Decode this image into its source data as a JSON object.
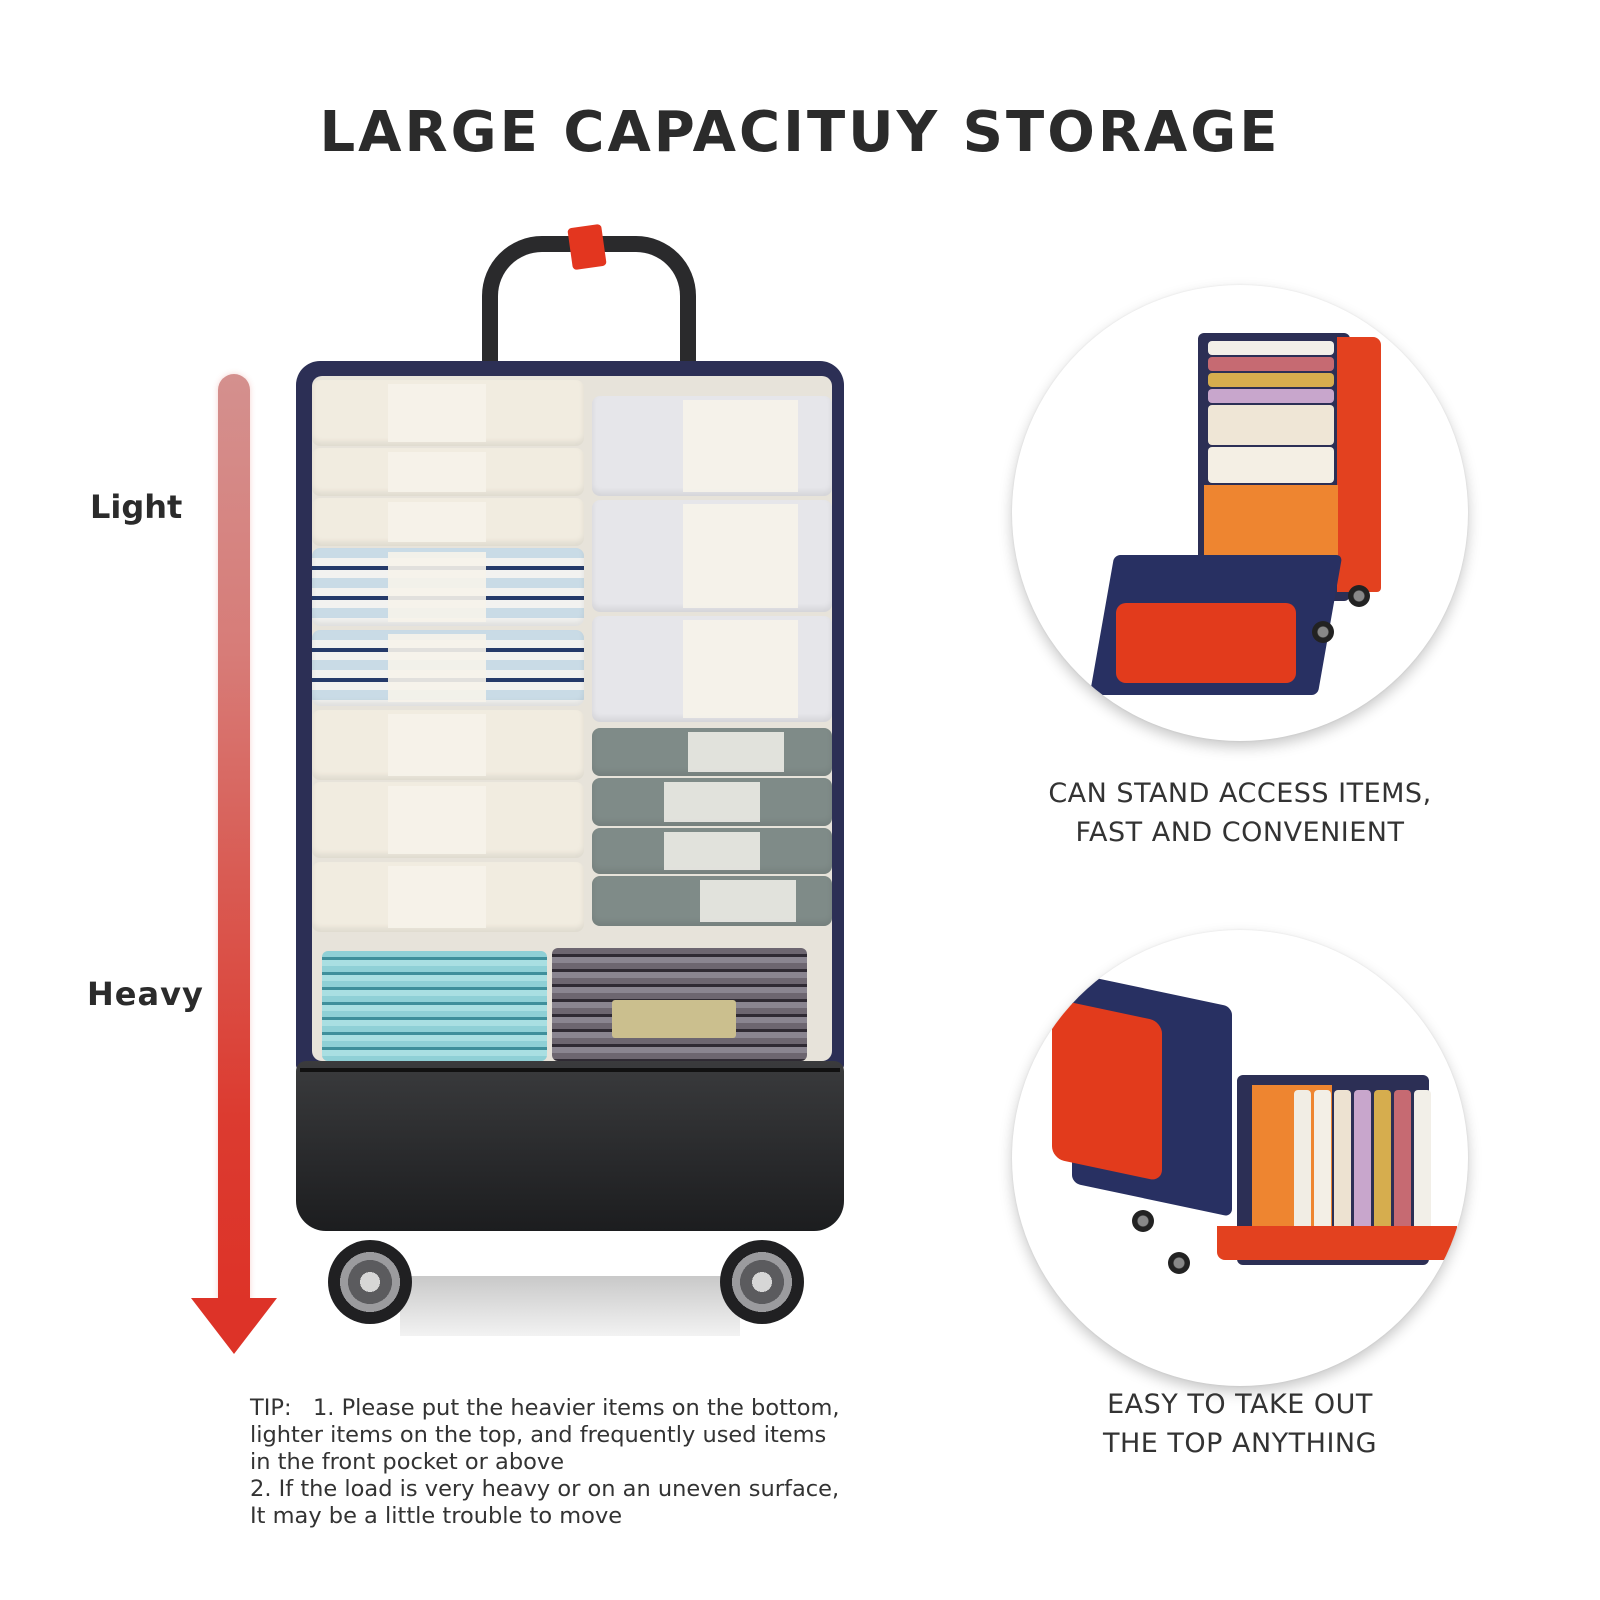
{
  "title": "LARGE CAPACITUY STORAGE",
  "weight_scale": {
    "top_label": "Light",
    "bottom_label": "Heavy",
    "arrow_direction": "down",
    "colors": {
      "top": "#d4908e",
      "bottom": "#dd3328"
    }
  },
  "main_image": {
    "subject": "suitcase-open-packed",
    "handle_tag_color": "#e3361f",
    "lining_color": "#2c2f55",
    "base_color": "#1c1d1f"
  },
  "features": [
    {
      "image": "suitcase-standing-front-open",
      "caption_lines": [
        "CAN STAND ACCESS ITEMS,",
        "FAST AND CONVENIENT"
      ]
    },
    {
      "image": "suitcase-lying-top-open",
      "caption_lines": [
        "EASY TO TAKE OUT",
        "THE TOP ANYTHING"
      ]
    }
  ],
  "tip": {
    "lines": [
      "TIP:   1. Please put the heavier items on the bottom,",
      "lighter items on the top, and frequently used items",
      "in the front pocket or above",
      "2. If the load is very heavy or on an uneven surface,",
      "It may be a little trouble to move"
    ]
  },
  "colors": {
    "text": "#2b2b2b",
    "accent_red": "#dd3328",
    "bag_orange_red": "#e3411f",
    "navy": "#2c2f55"
  }
}
